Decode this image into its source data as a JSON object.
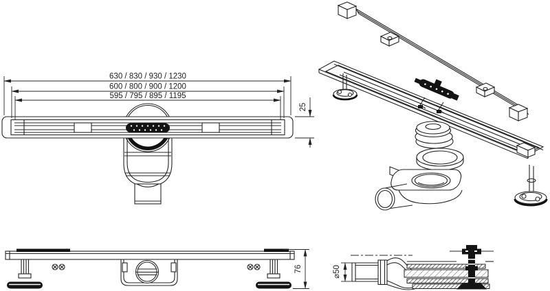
{
  "drawing": {
    "type": "technical-drawing",
    "subject": "linear-shower-drain",
    "background_color": "#ffffff",
    "line_color": "#242424",
    "views": {
      "top_view": {
        "dim_outer_length": "630 / 830 / 930 / 1230",
        "dim_body_length": "600 / 800 / 900 / 1200",
        "dim_grate_length": "595 / 795 / 895 / 1195",
        "dim_width": "25"
      },
      "side_view": {
        "dim_height": "76"
      },
      "section_view": {
        "dim_pipe_diameter": "⌀50"
      },
      "isometric_view": {}
    }
  }
}
